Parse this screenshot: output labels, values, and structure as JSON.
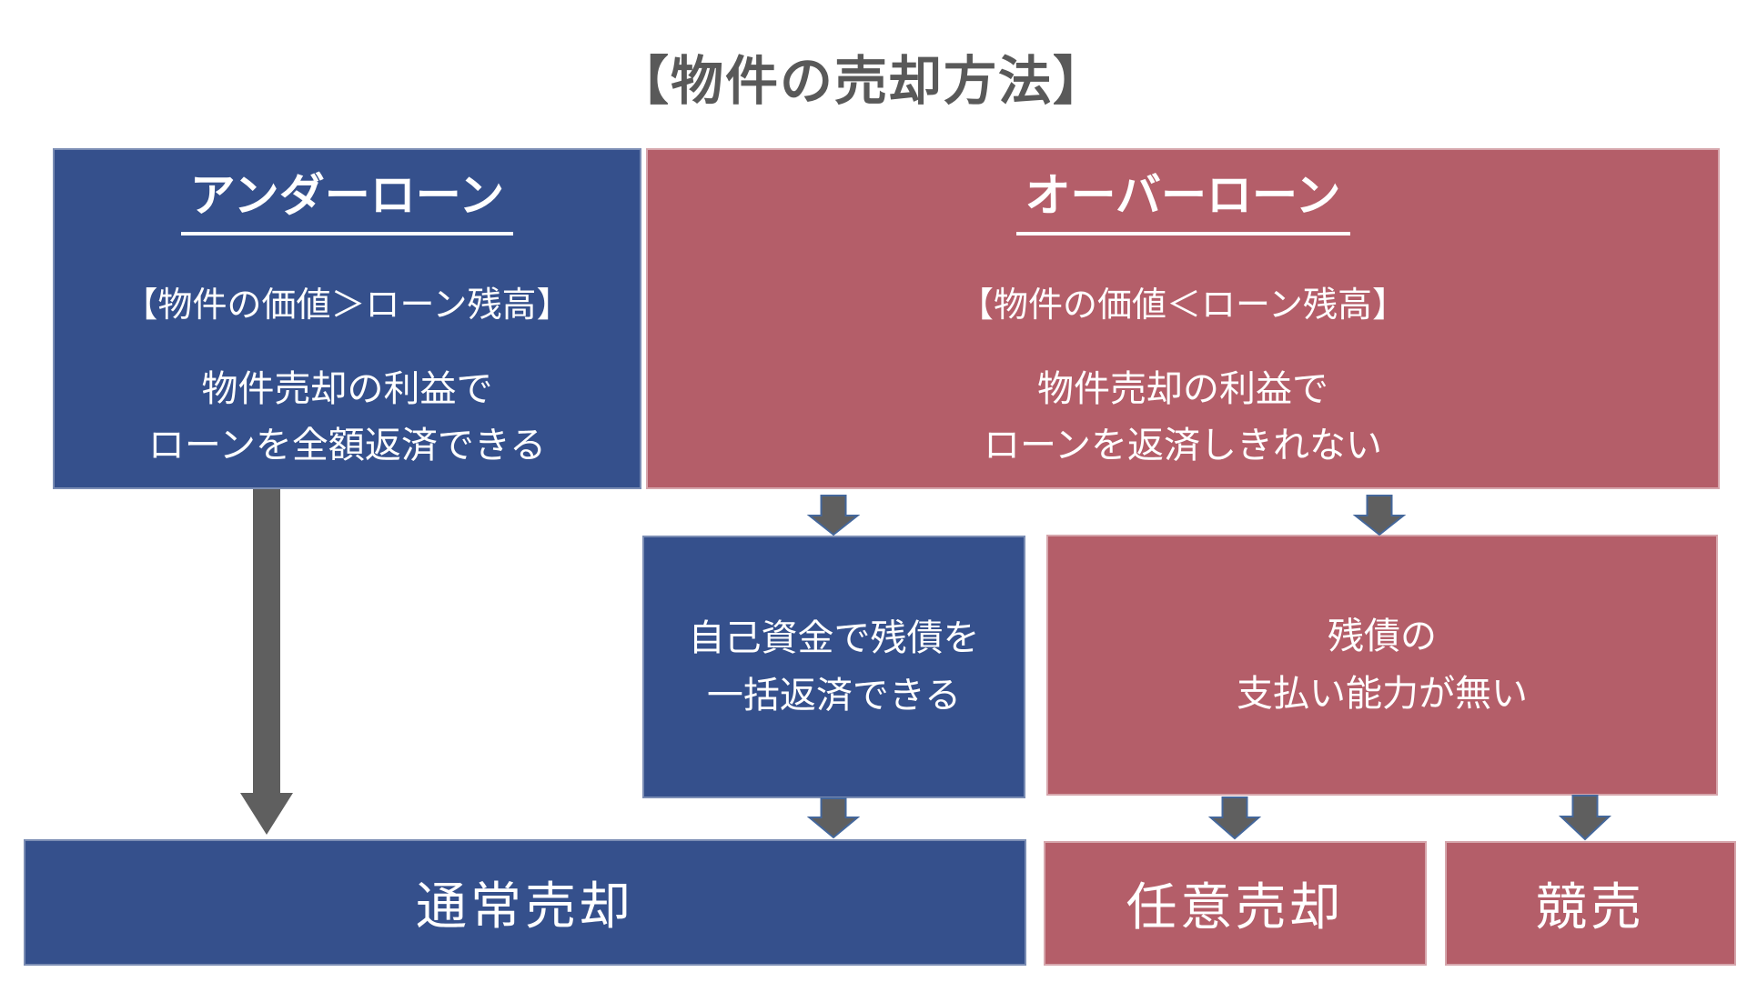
{
  "title": "【物件の売却方法】",
  "colors": {
    "box_blue": "#35508c",
    "box_red": "#b45e69",
    "arrow_gray": "#5f5f5f",
    "arrow_outline_blue": "#44679b",
    "title_gray": "#595959"
  },
  "boxes": {
    "under_loan": {
      "heading": "アンダーローン",
      "condition": "【物件の価値＞ローン残高】",
      "desc_line1": "物件売却の利益で",
      "desc_line2": "ローンを全額返済できる"
    },
    "over_loan": {
      "heading": "オーバーローン",
      "condition": "【物件の価値＜ローン残高】",
      "desc_line1": "物件売却の利益で",
      "desc_line2": "ローンを返済しきれない"
    },
    "self_funds": {
      "line1": "自己資金で残債を",
      "line2": "一括返済できる"
    },
    "no_ability": {
      "line1": "残債の",
      "line2": "支払い能力が無い"
    },
    "normal_sale": {
      "label": "通常売却"
    },
    "voluntary_sale": {
      "label": "任意売却"
    },
    "auction": {
      "label": "競売"
    }
  }
}
